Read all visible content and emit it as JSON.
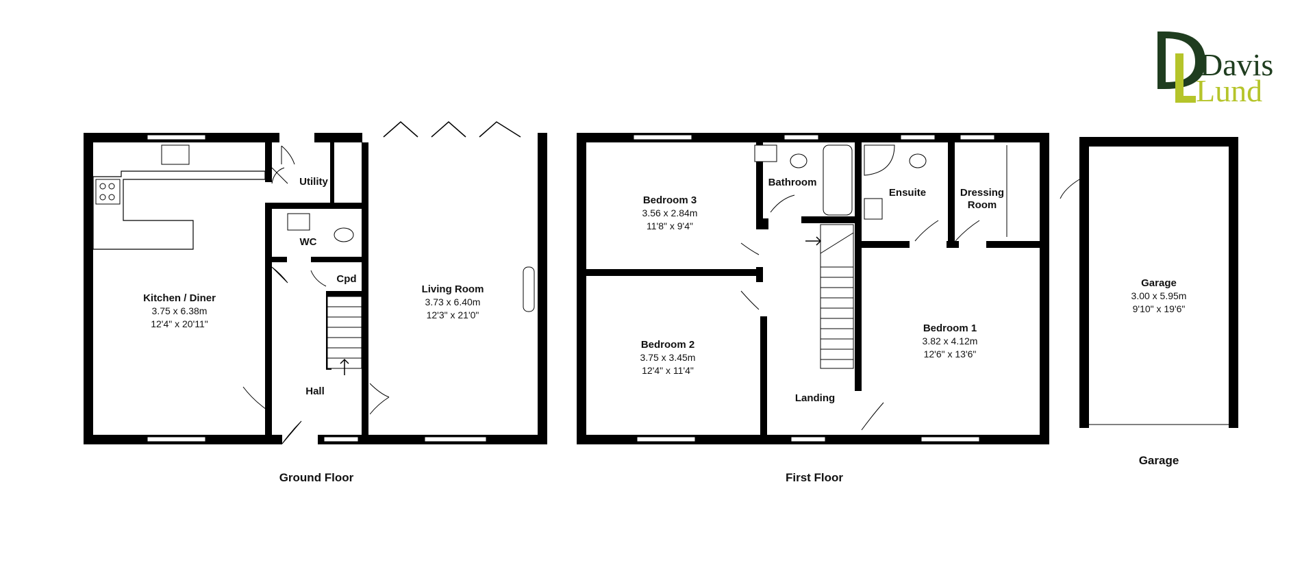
{
  "brand": {
    "logo_line1": "Davis",
    "logo_line2": "Lund",
    "colors": {
      "dark_green": "#1f3d1f",
      "lime": "#b5c42a",
      "wall": "#000000",
      "window": "#ffffff"
    }
  },
  "floors": {
    "ground": "Ground Floor",
    "first": "First Floor",
    "garage": "Garage"
  },
  "rooms": {
    "kitchen": {
      "name": "Kitchen / Diner",
      "metric": "3.75 x 6.38m",
      "imperial": "12'4\" x 20'11\""
    },
    "utility": {
      "name": "Utility"
    },
    "wc": {
      "name": "WC"
    },
    "cpd": {
      "name": "Cpd"
    },
    "hall": {
      "name": "Hall"
    },
    "living": {
      "name": "Living Room",
      "metric": "3.73 x 6.40m",
      "imperial": "12'3\" x 21'0\""
    },
    "bedroom3": {
      "name": "Bedroom 3",
      "metric": "3.56 x 2.84m",
      "imperial": "11'8\" x 9'4\""
    },
    "bathroom": {
      "name": "Bathroom"
    },
    "ensuite": {
      "name": "Ensuite"
    },
    "dressing": {
      "name_line1": "Dressing",
      "name_line2": "Room"
    },
    "bedroom2": {
      "name": "Bedroom 2",
      "metric": "3.75 x 3.45m",
      "imperial": "12'4\" x 11'4\""
    },
    "bedroom1": {
      "name": "Bedroom 1",
      "metric": "3.82 x 4.12m",
      "imperial": "12'6\" x 13'6\""
    },
    "landing": {
      "name": "Landing"
    },
    "garage": {
      "name": "Garage",
      "metric": "3.00 x 5.95m",
      "imperial": "9'10\" x 19'6\""
    }
  }
}
